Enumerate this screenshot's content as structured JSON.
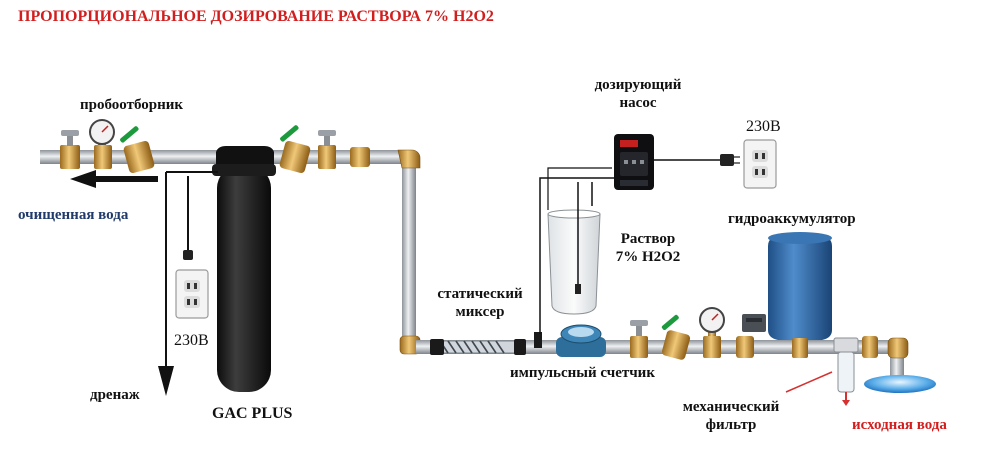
{
  "title": "ПРОПОРЦИОНАЛЬНОЕ ДОЗИРОВАНИЕ РАСТВОРА 7% H2O2",
  "labels": {
    "clean_water": "очищенная вода",
    "sampler": "пробоотборник",
    "drain": "дренаж",
    "gac_plus": "GAC PLUS",
    "voltage_left": "230В",
    "dosing_pump_line1": "дозирующий",
    "dosing_pump_line2": "насос",
    "voltage_right": "230В",
    "solution_line1": "Раствор",
    "solution_line2": "7% H2O2",
    "accumulator": "гидроаккумулятор",
    "static_mixer_line1": "статический",
    "static_mixer_line2": "миксер",
    "pulse_meter": "импульсный счетчик",
    "mech_filter_line1": "механический",
    "mech_filter_line2": "фильтр",
    "source_water": "исходная вода"
  },
  "colors": {
    "title": "#d21e1e",
    "clean_water_label": "#1f3a6b",
    "source_water_label": "#d21e1e",
    "pipe": "#c2c7cc",
    "brass": "#d5a040",
    "tank": "#1e1e1e",
    "accumulator": "#2f6aa8",
    "meter": "#2d6f9a",
    "arrow": "#111111",
    "indicator_line": "#d63030"
  },
  "icons": [
    "sampler-valve-icon",
    "pressure-gauge-icon",
    "ball-valve-icon",
    "power-socket-icon",
    "dosing-pump-icon",
    "pressure-switch-icon",
    "power-plug-icon"
  ]
}
